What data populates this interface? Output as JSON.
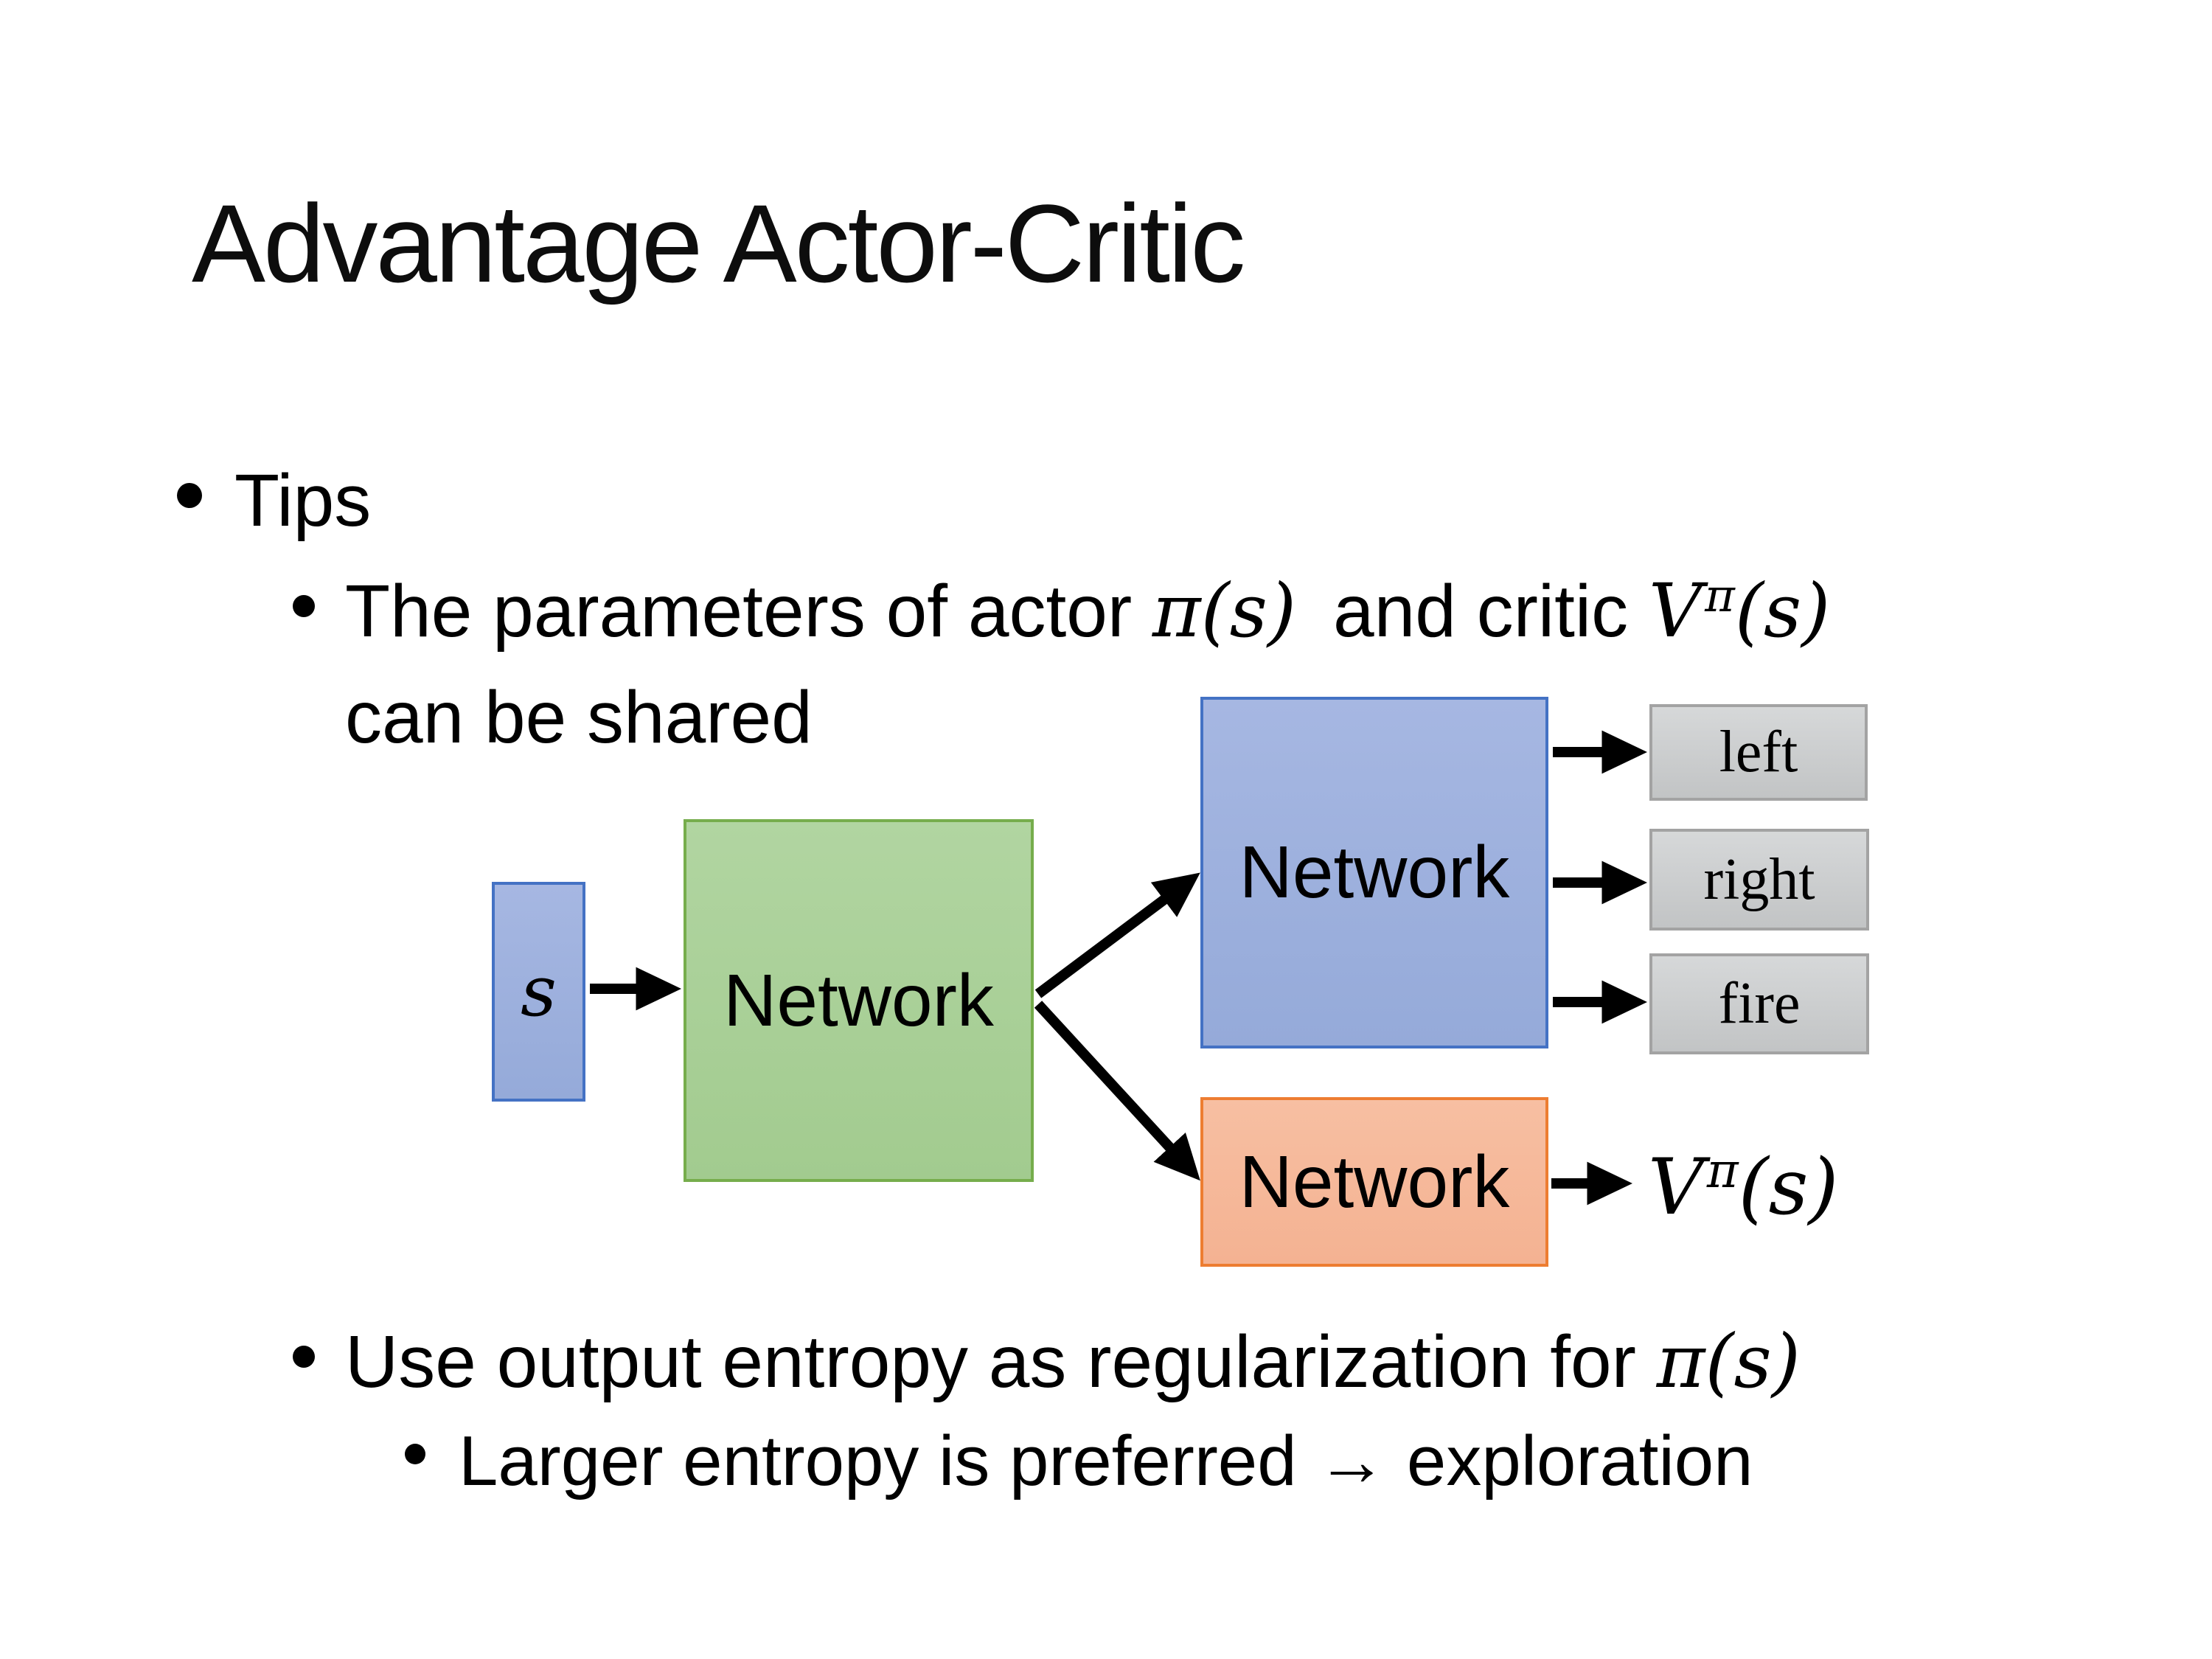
{
  "slide": {
    "title": "Advantage Actor-Critic",
    "bullet1": "Tips",
    "bullet2": {
      "pre": "The parameters of actor ",
      "math1": "π(s)",
      "mid": " and critic ",
      "v_base": "V",
      "v_sup": "π",
      "v_args": "(s)",
      "line2": "can be shared"
    },
    "bullet3": {
      "pre": "Use output entropy as regularization for ",
      "math": "π(s)"
    },
    "bullet4": "Larger entropy is preferred → exploration",
    "diagram": {
      "input_label": "s",
      "shared_label": "Network",
      "actor_label": "Network",
      "critic_label": "Network",
      "action_left": "left",
      "action_right": "right",
      "action_fire": "fire",
      "value_base": "V",
      "value_sup": "π",
      "value_args": "(s)"
    },
    "colors": {
      "text": "#000000",
      "arrow": "#000000",
      "blue_fill_top": "#a6b7e2",
      "blue_fill_bottom": "#95aad9",
      "blue_border": "#4472c4",
      "green_fill_top": "#b1d5a1",
      "green_fill_bottom": "#a2cb8f",
      "green_border": "#76ad4c",
      "orange_fill_top": "#f7bfa2",
      "orange_fill_bottom": "#f4b292",
      "orange_border": "#ed7d31",
      "gray_fill_top": "#d6d8d9",
      "gray_fill_bottom": "#c2c4c5",
      "gray_border": "#a3a3a3"
    }
  }
}
